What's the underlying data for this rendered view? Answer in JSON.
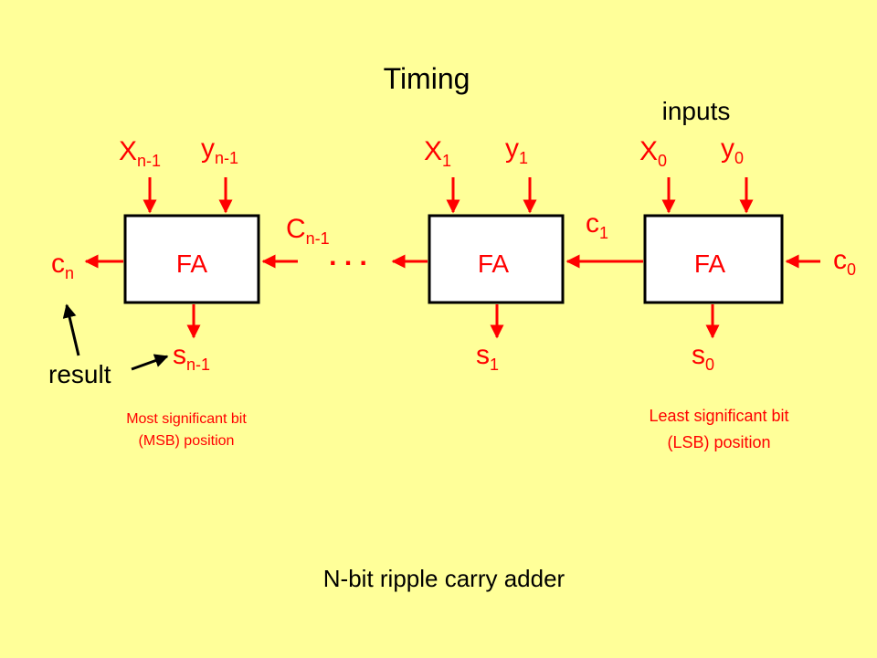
{
  "title": "Timing",
  "caption": "N-bit ripple carry adder",
  "inputs_label": "inputs",
  "result_label": "result",
  "ellipsis": ". . .",
  "colors": {
    "background": "#ffff99",
    "accent": "#ff0000",
    "box_fill": "#ffffff",
    "stroke": "#000000"
  },
  "stages": {
    "msb": {
      "box_label": "FA",
      "x_input": {
        "base": "X",
        "sub": "n-1"
      },
      "y_input": {
        "base": "y",
        "sub": "n-1"
      },
      "sum_output": {
        "base": "s",
        "sub": "n-1"
      },
      "carry_in": {
        "base": "C",
        "sub": "n-1"
      },
      "carry_out": {
        "base": "c",
        "sub": "n"
      }
    },
    "bit1": {
      "box_label": "FA",
      "x_input": {
        "base": "X",
        "sub": "1"
      },
      "y_input": {
        "base": "y",
        "sub": "1"
      },
      "sum_output": {
        "base": "s",
        "sub": "1"
      },
      "carry_in": {
        "base": "c",
        "sub": "1"
      }
    },
    "lsb": {
      "box_label": "FA",
      "x_input": {
        "base": "X",
        "sub": "0"
      },
      "y_input": {
        "base": "y",
        "sub": "0"
      },
      "sum_output": {
        "base": "s",
        "sub": "0"
      },
      "carry_in": {
        "base": "c",
        "sub": "0"
      }
    }
  },
  "notes": {
    "msb": {
      "line1": "Most significant bit",
      "line2": "(MSB) position"
    },
    "lsb": {
      "line1": "Least significant bit",
      "line2": "(LSB) position"
    }
  }
}
